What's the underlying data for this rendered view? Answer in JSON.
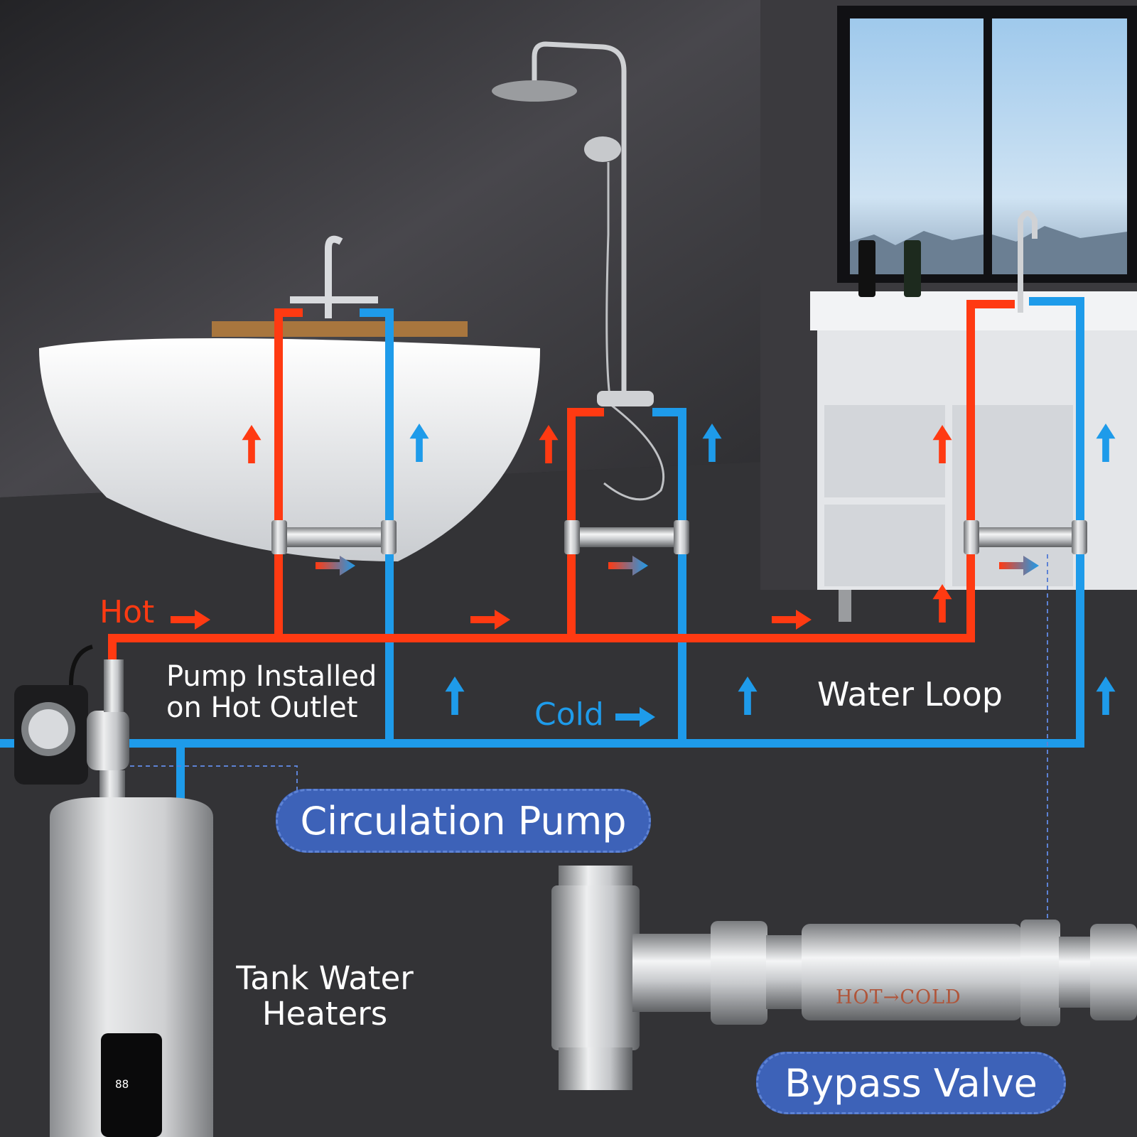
{
  "labels": {
    "hot": "Hot",
    "cold": "Cold",
    "pump_installed_line1": "Pump Installed",
    "pump_installed_line2": "on Hot Outlet",
    "water_loop": "Water Loop",
    "tank_line1": "Tank Water",
    "tank_line2": "Heaters",
    "circulation_pump": "Circulation Pump",
    "bypass_valve": "Bypass Valve",
    "valve_marking": "HOT→COLD",
    "heater_display": "88"
  },
  "colors": {
    "hot_pipe": "#ff3a12",
    "cold_pipe": "#1e9bea",
    "pill_fill": "#3d62b8",
    "valve_text": "#b0553a",
    "background": "#2a2a2d"
  },
  "icons": {
    "flow_arrow": "arrow-icon",
    "pump_timer": "timer-dial-icon"
  }
}
